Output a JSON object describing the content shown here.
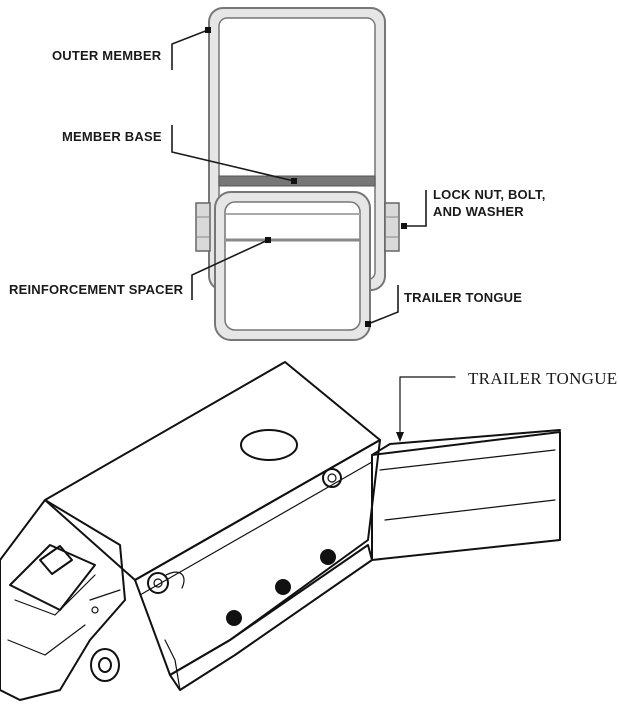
{
  "top_diagram": {
    "labels": {
      "outer_member": "OUTER MEMBER",
      "member_base": "MEMBER BASE",
      "reinforcement_spacer": "REINFORCEMENT SPACER",
      "lock_nut_line1": "LOCK NUT, BOLT,",
      "lock_nut_line2": "AND WASHER",
      "trailer_tongue": "TRAILER TONGUE"
    }
  },
  "bottom_diagram": {
    "labels": {
      "trailer_tongue": "TRAILER TONGUE"
    }
  },
  "colors": {
    "ink": "#111111",
    "member_fill": "#e6e6e6",
    "member_stroke": "#777777",
    "bolt_fill": "#d9d9d9",
    "marker": "#111111"
  }
}
